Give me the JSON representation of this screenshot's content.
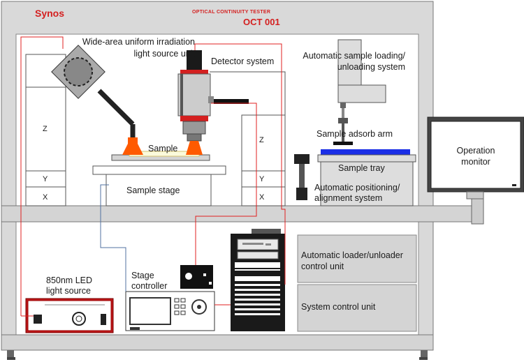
{
  "header": {
    "brand": "Synos",
    "product_line": "OPTICAL CONTINUITY TESTER",
    "model": "OCT 001",
    "accent_color": "#d42020"
  },
  "labels": {
    "light_source_unit": [
      "Wide-area uniform irradiation",
      "light source unit"
    ],
    "detector_system": "Detector system",
    "loading_system": [
      "Automatic sample loading/",
      "unloading system"
    ],
    "sample": "Sample",
    "sample_adsorb_arm": "Sample adsorb arm",
    "sample_tray": "Sample tray",
    "positioning_system": [
      "Automatic positioning/",
      "alignment system"
    ],
    "sample_stage": "Sample stage",
    "operation_monitor": [
      "Operation",
      "monitor"
    ],
    "led_light_source": [
      "850nm LED",
      "light source"
    ],
    "stage_controller": [
      "Stage",
      "controller"
    ],
    "loader_control_unit": [
      "Automatic loader/unloader",
      "control unit"
    ],
    "system_control_unit": "System control unit",
    "axis_left": {
      "z": "Z",
      "y": "Y",
      "x": "X"
    },
    "axis_right": {
      "z": "Z",
      "y": "Y",
      "x": "X"
    }
  },
  "icons": [
    "light-source-lamp-icon",
    "detector-camera-icon",
    "robot-arm-icon",
    "monitor-icon",
    "pc-tower-icon",
    "led-source-icon",
    "stage-controller-icon",
    "junction-box-icon"
  ],
  "colors": {
    "frame": "#c8c8c8",
    "panel_fill": "#dcdcdc",
    "red_wire": "#e02020",
    "blue_wire": "#5070a0",
    "tray_blue": "#1a2ee6",
    "beam_orange": "#ff5a00"
  }
}
